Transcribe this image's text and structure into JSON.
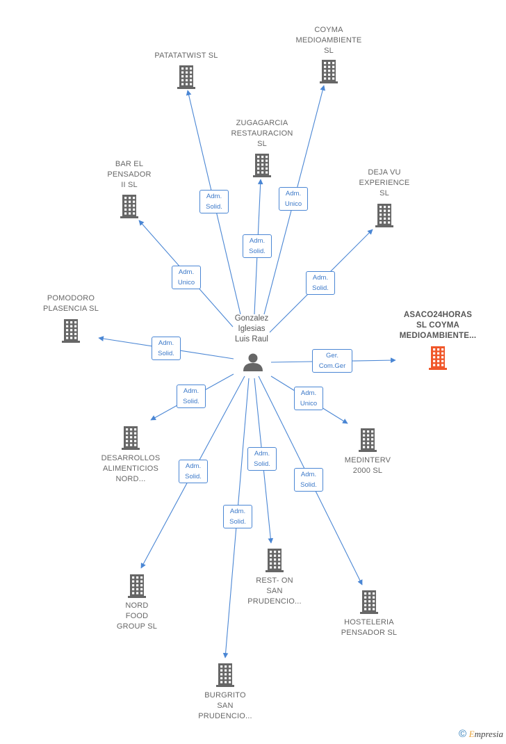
{
  "center": {
    "name": "Gonzalez\nIglesias\nLuis Raul",
    "icon": "person-icon"
  },
  "colors": {
    "edge": "#4a86d4",
    "building": "#666666",
    "highlight": "#f0572a"
  },
  "nodes": [
    {
      "id": "patatatwist",
      "label": "PATATATWIST SL",
      "icon": "building-icon"
    },
    {
      "id": "coyma",
      "label": "COYMA\nMEDIOAMBIENTE\nSL",
      "icon": "building-icon"
    },
    {
      "id": "zugagarcia",
      "label": "ZUGAGARCIA\nRESTAURACION\nSL",
      "icon": "building-icon"
    },
    {
      "id": "bar-el-pensador",
      "label": "BAR EL\nPENSADOR\nII  SL",
      "icon": "building-icon"
    },
    {
      "id": "deja-vu",
      "label": "DEJA VU\nEXPERIENCE\nSL",
      "icon": "building-icon"
    },
    {
      "id": "pomodoro",
      "label": "POMODORO\nPLASENCIA  SL",
      "icon": "building-icon"
    },
    {
      "id": "asaco24horas",
      "label": "ASACO24HORAS\nSL COYMA\nMEDIOAMBIENTE...",
      "icon": "building-icon",
      "highlight": true
    },
    {
      "id": "desarrollos",
      "label": "DESARROLLOS\nALIMENTICIOS\nNORD...",
      "icon": "building-icon"
    },
    {
      "id": "medinterv",
      "label": "MEDINTERV\n2000  SL",
      "icon": "building-icon"
    },
    {
      "id": "nord-food",
      "label": "NORD\nFOOD\nGROUP  SL",
      "icon": "building-icon"
    },
    {
      "id": "rest-on",
      "label": "REST- ON\nSAN\nPRUDENCIO...",
      "icon": "building-icon"
    },
    {
      "id": "hosteleria",
      "label": "HOSTELERIA\nPENSADOR SL",
      "icon": "building-icon"
    },
    {
      "id": "burgrito",
      "label": "BURGRITO\nSAN\nPRUDENCIO...",
      "icon": "building-icon"
    }
  ],
  "edges": [
    {
      "to": "patatatwist",
      "label": "Adm.\nSolid."
    },
    {
      "to": "coyma",
      "label": "Adm.\nUnico"
    },
    {
      "to": "zugagarcia",
      "label": "Adm.\nSolid."
    },
    {
      "to": "bar-el-pensador",
      "label": "Adm.\nUnico"
    },
    {
      "to": "deja-vu",
      "label": "Adm.\nSolid."
    },
    {
      "to": "pomodoro",
      "label": "Adm.\nSolid."
    },
    {
      "to": "asaco24horas",
      "label": "Ger.\nCom.Ger"
    },
    {
      "to": "desarrollos",
      "label": "Adm.\nSolid."
    },
    {
      "to": "medinterv",
      "label": "Adm.\nUnico"
    },
    {
      "to": "nord-food",
      "label": "Adm.\nSolid."
    },
    {
      "to": "rest-on",
      "label": "Adm.\nSolid."
    },
    {
      "to": "hosteleria",
      "label": "Adm.\nSolid."
    },
    {
      "to": "burgrito",
      "label": "Adm.\nSolid."
    }
  ],
  "footer": {
    "copyright": "©",
    "brand_first": "E",
    "brand_rest": "mpresia"
  }
}
